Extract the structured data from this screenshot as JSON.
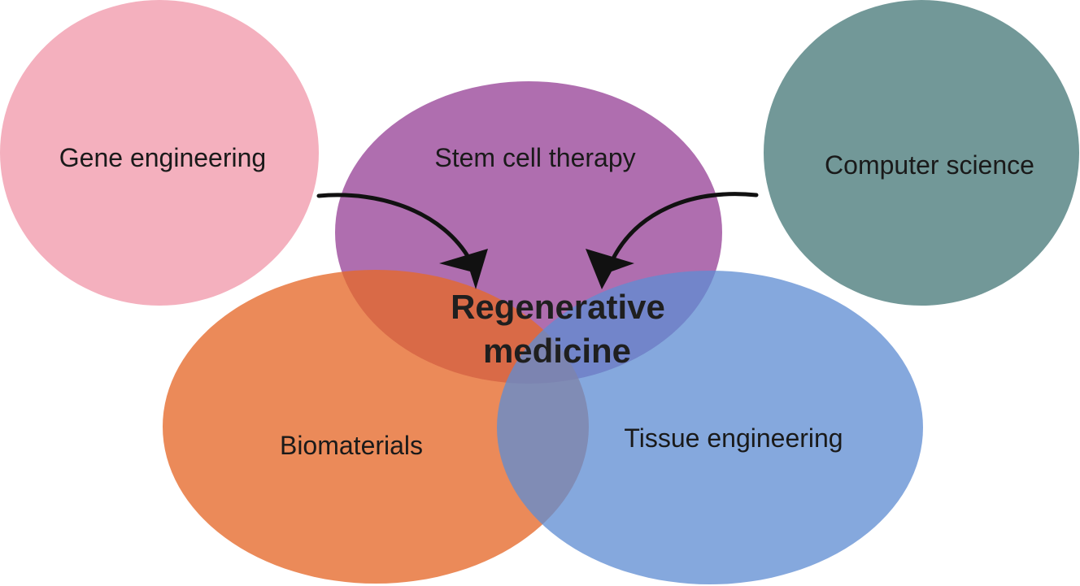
{
  "center": {
    "line1": "Regenerative",
    "line2": "medicine"
  },
  "nodes": {
    "gene": {
      "label": "Gene engineering",
      "color": "#f4b0be"
    },
    "stem": {
      "label": "Stem cell therapy",
      "color": "#9e4e9e"
    },
    "computer": {
      "label": "Computer science",
      "color": "#729898"
    },
    "biomaterials": {
      "label": "Biomaterials",
      "color": "#e98a57"
    },
    "tissue": {
      "label": "Tissue engineering",
      "color": "#6f98d6"
    }
  },
  "colors": {
    "arrow": "#111111",
    "text": "#1a1a1a"
  }
}
